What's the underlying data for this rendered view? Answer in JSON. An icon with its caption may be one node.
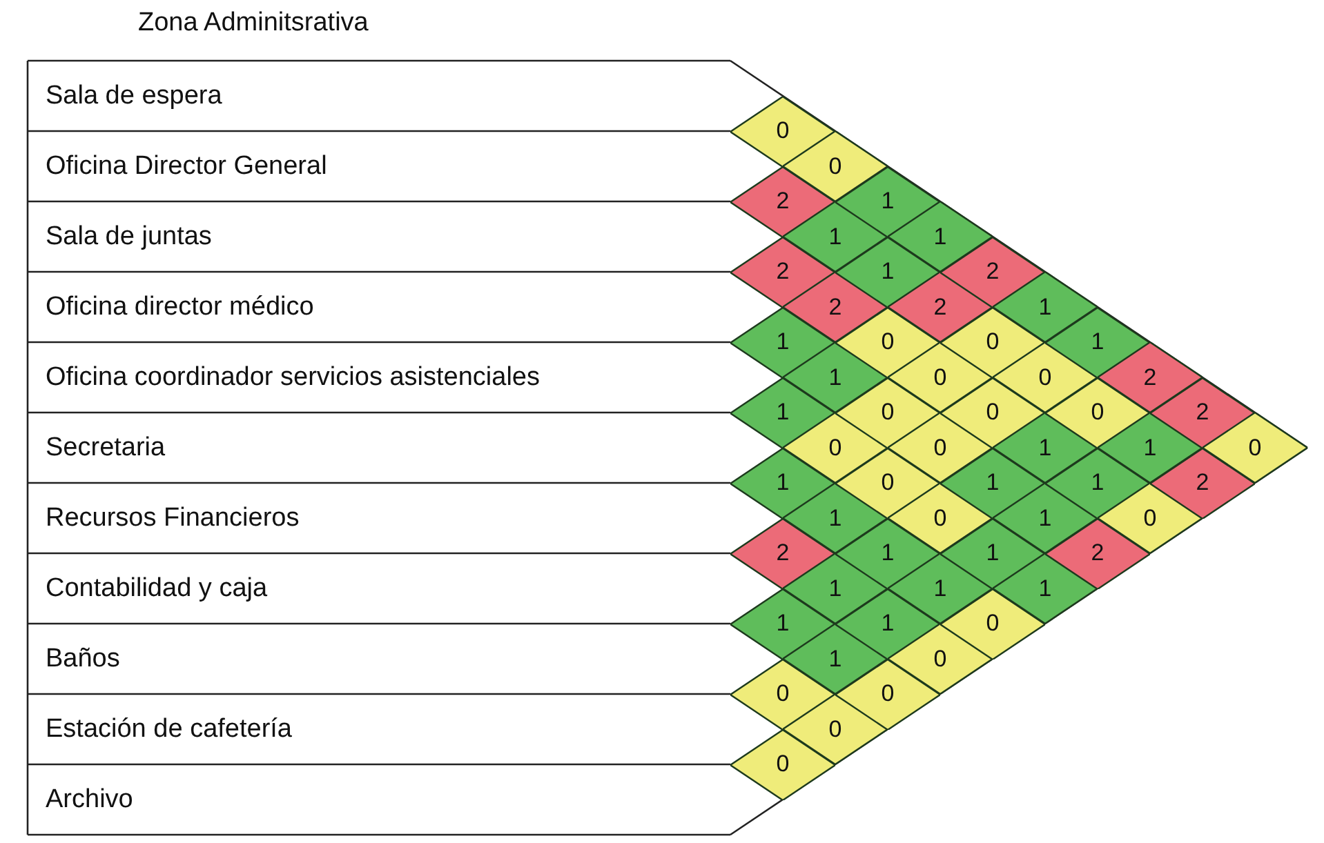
{
  "diagram": {
    "title": "Zona Adminitsrativa",
    "nodes": [
      {
        "text": [
          "Sala de espera"
        ]
      },
      {
        "text": [
          "Oficina Director General"
        ]
      },
      {
        "text": [
          "Sala de juntas"
        ]
      },
      {
        "text": [
          "Oficina director médico"
        ]
      },
      {
        "text": [
          "Oficina coordinador servicios asistenciales"
        ]
      },
      {
        "text": [
          "Secretaria"
        ]
      },
      {
        "text": [
          "Recursos Financieros"
        ]
      },
      {
        "text": [
          "Contabilidad y caja"
        ]
      },
      {
        "text": [
          "Baños"
        ]
      },
      {
        "text": [
          "Estación de cafetería"
        ]
      },
      {
        "text": [
          "Archivo"
        ]
      },
      {
        "text": [
          "0"
        ]
      },
      {
        "text": [
          "2"
        ]
      },
      {
        "text": [
          "2"
        ]
      },
      {
        "text": [
          "1"
        ]
      },
      {
        "text": [
          "1"
        ]
      },
      {
        "text": [
          "1"
        ]
      },
      {
        "text": [
          "2"
        ]
      },
      {
        "text": [
          "1"
        ]
      },
      {
        "text": [
          "0"
        ]
      },
      {
        "text": [
          "0"
        ]
      },
      {
        "text": [
          "0"
        ]
      },
      {
        "text": [
          "1"
        ]
      },
      {
        "text": [
          "2"
        ]
      },
      {
        "text": [
          "1"
        ]
      },
      {
        "text": [
          "0"
        ]
      },
      {
        "text": [
          "1"
        ]
      },
      {
        "text": [
          "1"
        ]
      },
      {
        "text": [
          "1"
        ]
      },
      {
        "text": [
          "0"
        ]
      },
      {
        "text": [
          "1"
        ]
      },
      {
        "text": [
          "1"
        ]
      },
      {
        "text": [
          "0"
        ]
      },
      {
        "text": [
          "0"
        ]
      },
      {
        "text": [
          "0"
        ]
      },
      {
        "text": [
          "1"
        ]
      },
      {
        "text": [
          "1"
        ]
      },
      {
        "text": [
          "0"
        ]
      },
      {
        "text": [
          "1"
        ]
      },
      {
        "text": [
          "2"
        ]
      },
      {
        "text": [
          "0"
        ]
      },
      {
        "text": [
          "0"
        ]
      },
      {
        "text": [
          "0"
        ]
      },
      {
        "text": [
          "1"
        ]
      },
      {
        "text": [
          "0"
        ]
      },
      {
        "text": [
          "2"
        ]
      },
      {
        "text": [
          "0"
        ]
      },
      {
        "text": [
          "0"
        ]
      },
      {
        "text": [
          "1"
        ]
      },
      {
        "text": [
          "1"
        ]
      },
      {
        "text": [
          "0"
        ]
      },
      {
        "text": [
          "1"
        ]
      },
      {
        "text": [
          "0"
        ]
      },
      {
        "text": [
          "1"
        ]
      },
      {
        "text": [
          "1"
        ]
      },
      {
        "text": [
          "1"
        ]
      },
      {
        "text": [
          "1"
        ]
      },
      {
        "text": [
          "0"
        ]
      },
      {
        "text": [
          "1"
        ]
      },
      {
        "text": [
          "2"
        ]
      },
      {
        "text": [
          "2"
        ]
      },
      {
        "text": [
          "1"
        ]
      },
      {
        "text": [
          "0"
        ]
      },
      {
        "text": [
          "2"
        ]
      },
      {
        "text": [
          "2"
        ]
      },
      {
        "text": [
          "0"
        ]
      }
    ]
  }
}
